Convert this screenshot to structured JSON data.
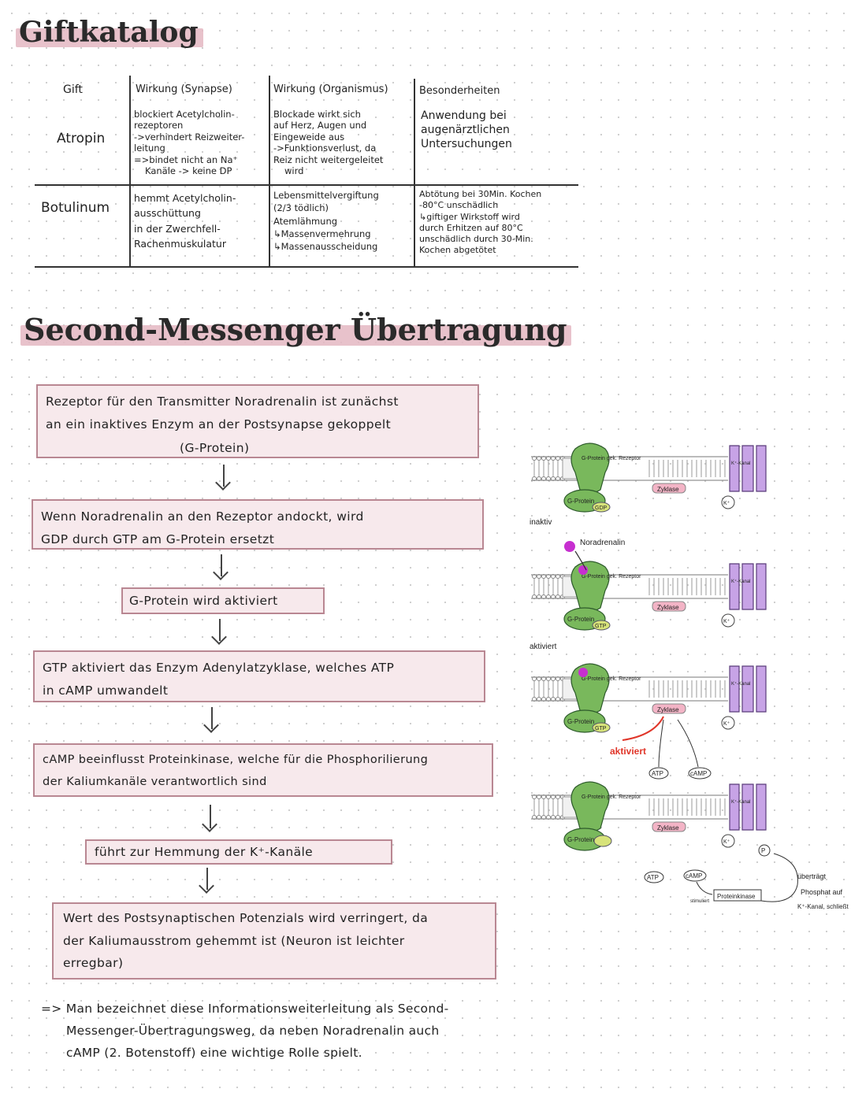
{
  "title_gift": "Giftkatalog",
  "title_second": "Second-Messenger Übertragung",
  "table": {
    "headers": [
      "Gift",
      "Wirkung (Synapse)",
      "Wirkung (Organismus)",
      "Besonderheiten"
    ],
    "rows": [
      {
        "name": "Atropin",
        "synapse": [
          "blockiert Acetylcholin-",
          "rezeptoren",
          "->verhindert Reizweiter-",
          "leitung",
          "=>bindet nicht an Na⁺",
          "Kanäle -> keine DP"
        ],
        "organismus": [
          "Blockade wirkt sich",
          "auf Herz, Augen und",
          "Eingeweide aus",
          "->Funktionsverlust, da",
          "Reiz nicht weitergeleitet",
          "wird"
        ],
        "besonderheiten": [
          "Anwendung bei",
          "augenärztlichen",
          "Untersuchungen"
        ]
      },
      {
        "name": "Botulinum",
        "synapse": [
          "hemmt Acetylcholin-",
          "ausschüttung",
          "in der Zwerchfell-",
          "Rachenmuskulatur"
        ],
        "organismus": [
          "Lebensmittelvergiftung",
          "(2/3 tödlich)",
          "Atemlähmung",
          "↳Massenvermehrung",
          "↳Massenausscheidung"
        ],
        "besonderheiten": [
          "Abtötung bei 30Min. Kochen",
          "-80°C unschädlich",
          "↳giftiger Wirkstoff wird",
          "durch Erhitzen auf 80°C",
          "unschädlich durch 30-Min.",
          "Kochen abgetötet"
        ]
      }
    ]
  },
  "flow": {
    "step1": [
      "Rezeptor für den Transmitter Noradrenalin ist zunächst",
      "an ein inaktives Enzym an der Postsynapse gekoppelt",
      "(G-Protein)"
    ],
    "step2": [
      "Wenn Noradrenalin an den Rezeptor andockt, wird",
      "GDP durch GTP am G-Protein ersetzt"
    ],
    "step3": [
      "G-Protein wird aktiviert"
    ],
    "step4": [
      "GTP aktiviert das Enzym Adenylatzyklase, welches ATP",
      "in cAMP umwandelt"
    ],
    "step5": [
      "cAMP beeinflusst Proteinkinase, welche für die Phosphorilierung",
      "der Kaliumkanäle verantwortlich sind"
    ],
    "step6": [
      "führt zur Hemmung der K⁺-Kanäle"
    ],
    "step7": [
      "Wert des Postsynaptischen Potenzials wird verringert, da",
      "der Kaliumausstrom gehemmt ist (Neuron ist leichter",
      "erregbar)"
    ]
  },
  "conclusion": [
    "=> Man bezeichnet diese Informationsweiterleitung als Second-",
    "Messenger-Übertragungsweg, da neben Noradrenalin auch",
    "cAMP (2. Botenstoff) eine wichtige Rolle spielt."
  ],
  "diagram": {
    "receptor": "G-Protein gek. Rezeptor",
    "gprotein": "G-Protein",
    "gdp": "GDP",
    "gtp": "GTP",
    "zyklase": "Zyklase",
    "kanal": "K⁺-Kanal",
    "k_ion": "K⁺",
    "inaktiv": "inaktiv",
    "aktiviert_state": "aktiviert",
    "noradrenalin": "Noradrenalin",
    "aktiviert_red": "aktiviert",
    "atp": "ATP",
    "camp": "cAMP",
    "proteinkinase": "Proteinkinase",
    "stimuliert": "stimuliert",
    "p": "P",
    "note": [
      "überträgt",
      "Phosphat auf",
      "K⁺-Kanal, schließt"
    ]
  },
  "colors": {
    "highlight": "#e4b7c2",
    "box_fill": "#f7e9ec",
    "box_border": "#b98792",
    "gprotein": "#79b85c",
    "channel": "#c7a3e6",
    "zyklase": "#f3b4c6",
    "gdp": "#d7e37a",
    "noradrenalin": "#c72fd0",
    "aktiviert": "#e0362a"
  }
}
